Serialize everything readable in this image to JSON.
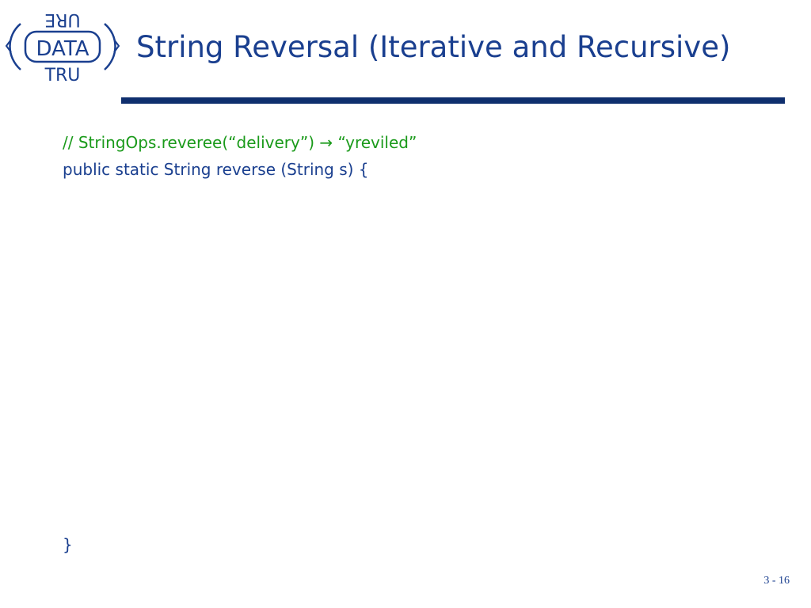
{
  "logo": {
    "center_text": "DATA",
    "top_text": "URE",
    "bottom_text": "TRU"
  },
  "slide": {
    "title": "String Reversal (Iterative and Recursive)",
    "code": {
      "comment": "// StringOps.reveree(“delivery”) → “yreviled”",
      "signature": "public static String reverse (String s) {",
      "closing": "}"
    },
    "page_number": "3 - 16"
  },
  "colors": {
    "title": "#1a3f8f",
    "rule": "#0f2f6e",
    "comment": "#1a9a1a",
    "code": "#1a3f8f"
  }
}
